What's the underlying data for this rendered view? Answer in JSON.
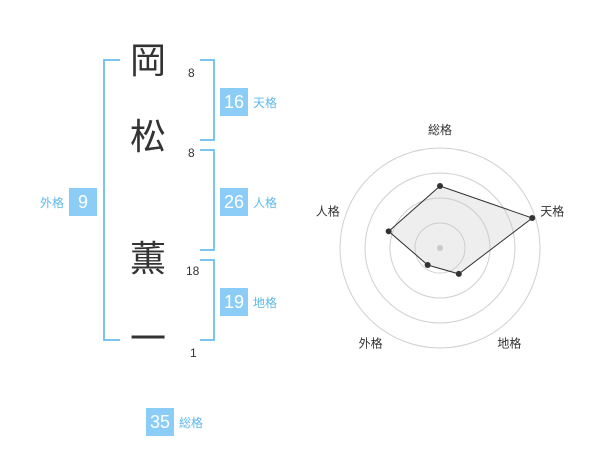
{
  "name": {
    "chars": [
      {
        "char": "岡",
        "strokes": "8"
      },
      {
        "char": "松",
        "strokes": "8"
      },
      {
        "char": "薫",
        "strokes": "18"
      },
      {
        "char": "一",
        "strokes": "1"
      }
    ]
  },
  "fortunes": {
    "tenkaku": {
      "label": "天格",
      "value": "16"
    },
    "jinkaku": {
      "label": "人格",
      "value": "26"
    },
    "chikaku": {
      "label": "地格",
      "value": "19"
    },
    "gaikaku": {
      "label": "外格",
      "value": "9"
    },
    "soukaku": {
      "label": "総格",
      "value": "35"
    }
  },
  "colors": {
    "accent": "#8ccdf7",
    "accent_text": "#5db8ee",
    "bracket": "#7cc4f2"
  },
  "chart_data": {
    "type": "radar",
    "axes": [
      "総格",
      "天格",
      "地格",
      "外格",
      "人格"
    ],
    "values": [
      0.62,
      0.97,
      0.32,
      0.21,
      0.54
    ],
    "rings": 4,
    "grid": true
  }
}
